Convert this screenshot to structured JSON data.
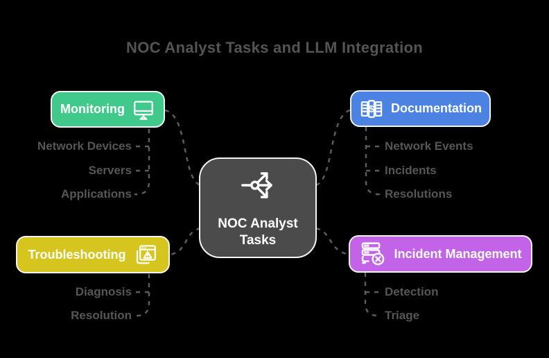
{
  "title": "NOC Analyst Tasks and LLM Integration",
  "center": {
    "label": "NOC Analyst Tasks",
    "icon": "share-branch-icon",
    "color": "#4b4b4b"
  },
  "branches": [
    {
      "id": "monitoring",
      "label": "Monitoring",
      "icon": "monitor-icon",
      "icon_side": "right",
      "color": "#41c98c",
      "children": [
        "Network Devices",
        "Servers",
        "Applications"
      ]
    },
    {
      "id": "documentation",
      "label": "Documentation",
      "icon": "ledger-dollar-icon",
      "icon_side": "left",
      "color": "#4c83e2",
      "children": [
        "Network Events",
        "Incidents",
        "Resolutions"
      ]
    },
    {
      "id": "troubleshooting",
      "label": "Troubleshooting",
      "icon": "window-warning-icon",
      "icon_side": "right",
      "color": "#d6c51f",
      "children": [
        "Diagnosis",
        "Resolution"
      ]
    },
    {
      "id": "incident-management",
      "label": "Incident Management",
      "icon": "server-error-icon",
      "icon_side": "left",
      "color": "#c263e8",
      "children": [
        "Detection",
        "Triage"
      ]
    }
  ],
  "colors": {
    "background": "#000000",
    "title_text": "#545454",
    "child_text": "#565656",
    "connector": "#5c5c5c",
    "node_text": "#ffffff",
    "node_border": "#f5f5f5"
  }
}
